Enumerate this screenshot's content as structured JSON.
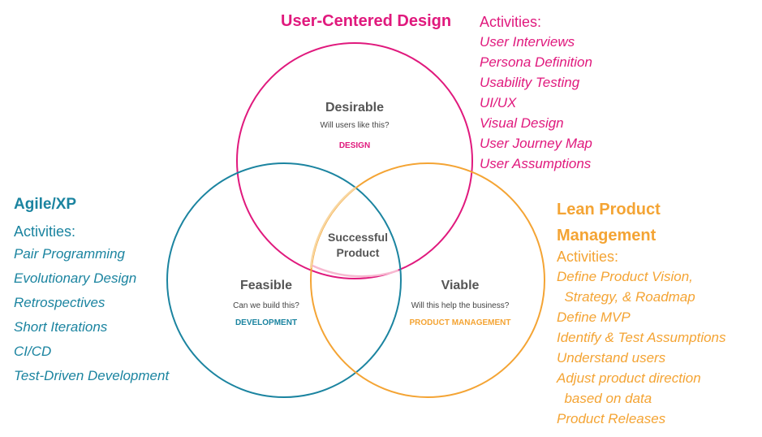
{
  "colors": {
    "design": "#e0197d",
    "agile": "#1b84a0",
    "lean": "#f4a434",
    "overlap_design_lean": "#f7b8d0",
    "overlap_agile_lean": "#f8d6a0"
  },
  "top": {
    "title": "User-Centered Design",
    "activities_label": "Activities:",
    "items": [
      "User Interviews",
      "Persona Definition",
      "Usability Testing",
      "UI/UX",
      "Visual Design",
      "User Journey Map",
      "User Assumptions"
    ]
  },
  "left": {
    "title": "Agile/XP",
    "activities_label": "Activities:",
    "items": [
      "Pair Programming",
      "Evolutionary Design",
      "Retrospectives",
      "Short Iterations",
      "CI/CD",
      "Test-Driven Development"
    ]
  },
  "right": {
    "title_line1": "Lean Product",
    "title_line2": "Management",
    "activities_label": "Activities:",
    "items": [
      "Define Product Vision,",
      "  Strategy, & Roadmap",
      "Define MVP",
      "Identify & Test Assumptions",
      "Understand users",
      "Adjust product direction",
      "  based on data",
      "Product Releases"
    ]
  },
  "circles": {
    "design": {
      "title": "Desirable",
      "question": "Will users like this?",
      "tag": "DESIGN"
    },
    "dev": {
      "title": "Feasible",
      "question": "Can we build this?",
      "tag": "DEVELOPMENT"
    },
    "biz": {
      "title": "Viable",
      "question": "Will this help the business?",
      "tag": "PRODUCT MANAGEMENT"
    }
  },
  "center": {
    "line1": "Successful",
    "line2": "Product"
  }
}
